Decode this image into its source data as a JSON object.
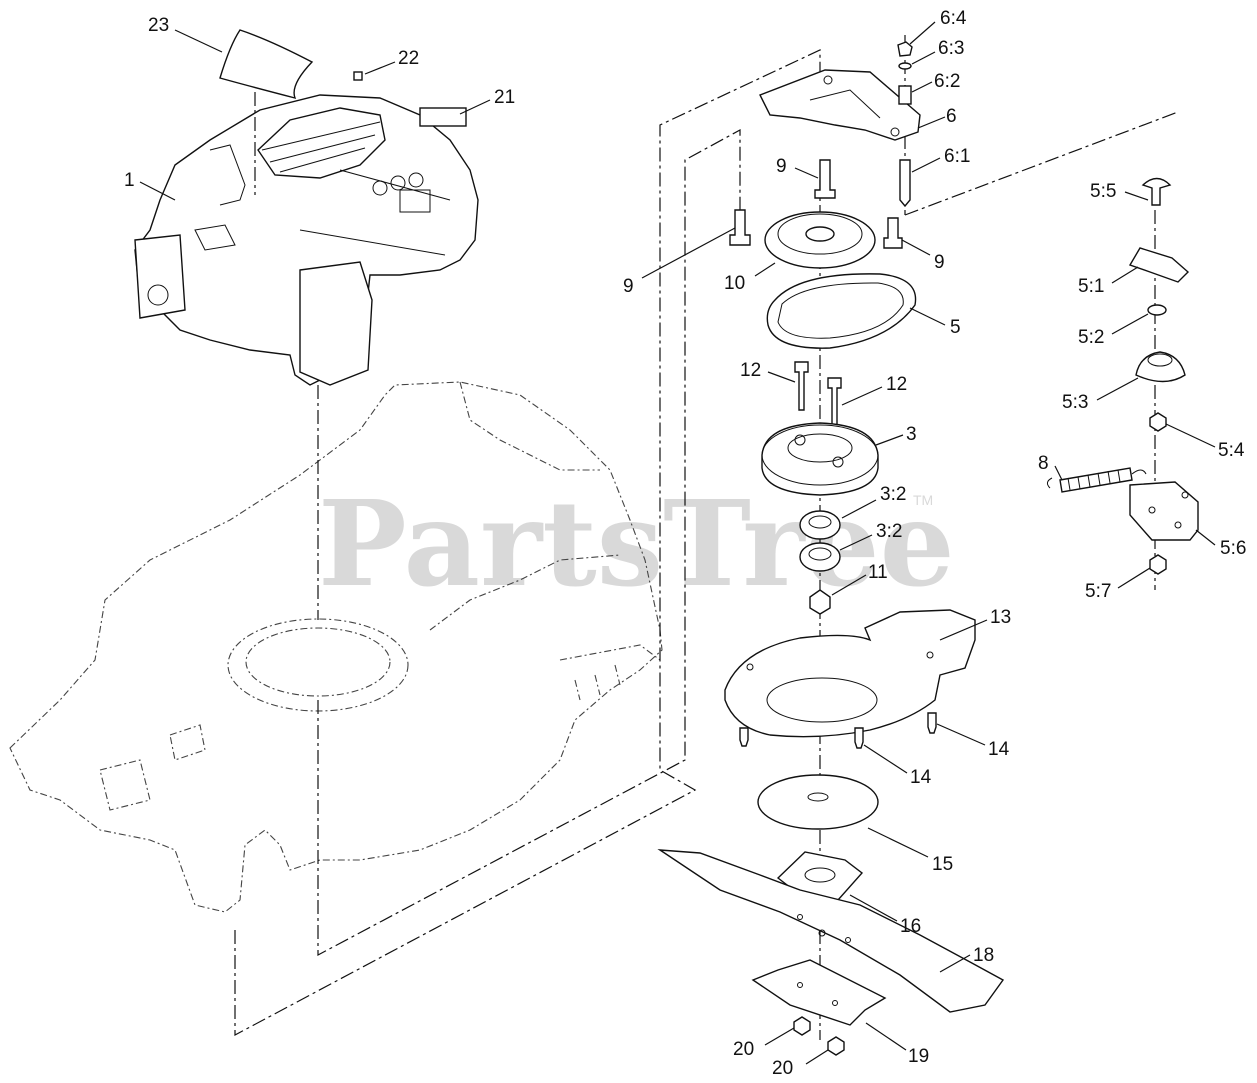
{
  "watermark": {
    "text": "PartsTree",
    "tm": "TM"
  },
  "callouts": [
    {
      "id": "c23",
      "text": "23"
    },
    {
      "id": "c22",
      "text": "22"
    },
    {
      "id": "c21",
      "text": "21"
    },
    {
      "id": "c1",
      "text": "1"
    },
    {
      "id": "c6-4",
      "text": "6:4"
    },
    {
      "id": "c6-3",
      "text": "6:3"
    },
    {
      "id": "c6-2",
      "text": "6:2"
    },
    {
      "id": "c6",
      "text": "6"
    },
    {
      "id": "c6-1",
      "text": "6:1"
    },
    {
      "id": "c9a",
      "text": "9"
    },
    {
      "id": "c9b",
      "text": "9"
    },
    {
      "id": "c9c",
      "text": "9"
    },
    {
      "id": "c10",
      "text": "10"
    },
    {
      "id": "c5",
      "text": "5"
    },
    {
      "id": "c12a",
      "text": "12"
    },
    {
      "id": "c12b",
      "text": "12"
    },
    {
      "id": "c3",
      "text": "3"
    },
    {
      "id": "c3-2a",
      "text": "3:2"
    },
    {
      "id": "c3-2b",
      "text": "3:2"
    },
    {
      "id": "c11",
      "text": "11"
    },
    {
      "id": "c13",
      "text": "13"
    },
    {
      "id": "c14a",
      "text": "14"
    },
    {
      "id": "c14b",
      "text": "14"
    },
    {
      "id": "c15",
      "text": "15"
    },
    {
      "id": "c16",
      "text": "16"
    },
    {
      "id": "c18",
      "text": "18"
    },
    {
      "id": "c19",
      "text": "19"
    },
    {
      "id": "c20a",
      "text": "20"
    },
    {
      "id": "c20b",
      "text": "20"
    },
    {
      "id": "c5-5",
      "text": "5:5"
    },
    {
      "id": "c5-1",
      "text": "5:1"
    },
    {
      "id": "c5-2",
      "text": "5:2"
    },
    {
      "id": "c5-3",
      "text": "5:3"
    },
    {
      "id": "c5-4",
      "text": "5:4"
    },
    {
      "id": "c8",
      "text": "8"
    },
    {
      "id": "c5-6",
      "text": "5:6"
    },
    {
      "id": "c5-7",
      "text": "5:7"
    }
  ]
}
